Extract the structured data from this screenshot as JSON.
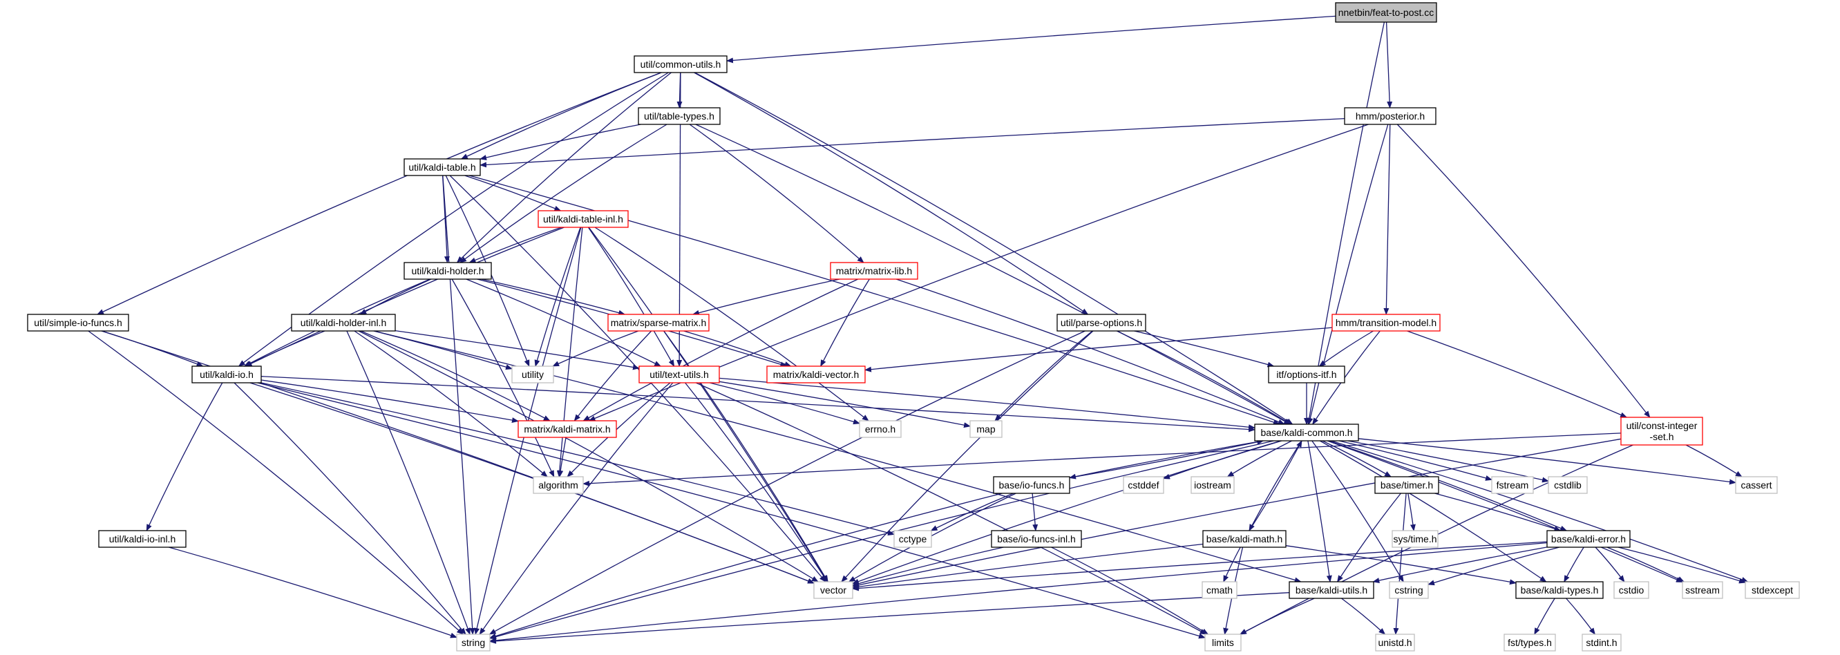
{
  "nodes": [
    {
      "id": "feat_to_post",
      "label": "nnetbin/feat-to-post.cc",
      "style": "root"
    },
    {
      "id": "common_utils",
      "label": "util/common-utils.h",
      "style": "black"
    },
    {
      "id": "posterior",
      "label": "hmm/posterior.h",
      "style": "black"
    },
    {
      "id": "table_types",
      "label": "util/table-types.h",
      "style": "black"
    },
    {
      "id": "kaldi_table",
      "label": "util/kaldi-table.h",
      "style": "black"
    },
    {
      "id": "kaldi_table_inl",
      "label": "util/kaldi-table-inl.h",
      "style": "red"
    },
    {
      "id": "kaldi_holder",
      "label": "util/kaldi-holder.h",
      "style": "black"
    },
    {
      "id": "matrix_lib",
      "label": "matrix/matrix-lib.h",
      "style": "red"
    },
    {
      "id": "simple_io_funcs",
      "label": "util/simple-io-funcs.h",
      "style": "black"
    },
    {
      "id": "kaldi_holder_inl",
      "label": "util/kaldi-holder-inl.h",
      "style": "black"
    },
    {
      "id": "sparse_matrix",
      "label": "matrix/sparse-matrix.h",
      "style": "red"
    },
    {
      "id": "parse_options",
      "label": "util/parse-options.h",
      "style": "black"
    },
    {
      "id": "transition_model",
      "label": "hmm/transition-model.h",
      "style": "red"
    },
    {
      "id": "kaldi_io",
      "label": "util/kaldi-io.h",
      "style": "black"
    },
    {
      "id": "utility",
      "label": "utility",
      "style": "gray"
    },
    {
      "id": "text_utils",
      "label": "util/text-utils.h",
      "style": "red"
    },
    {
      "id": "kaldi_vector",
      "label": "matrix/kaldi-vector.h",
      "style": "red"
    },
    {
      "id": "options_itf",
      "label": "itf/options-itf.h",
      "style": "black"
    },
    {
      "id": "const_integer_set",
      "label": [
        "util/const-integer",
        "-set.h"
      ],
      "style": "red"
    },
    {
      "id": "kaldi_matrix",
      "label": "matrix/kaldi-matrix.h",
      "style": "red"
    },
    {
      "id": "errno",
      "label": "errno.h",
      "style": "gray"
    },
    {
      "id": "map",
      "label": "map",
      "style": "gray"
    },
    {
      "id": "kaldi_common",
      "label": "base/kaldi-common.h",
      "style": "black"
    },
    {
      "id": "algorithm",
      "label": "algorithm",
      "style": "gray"
    },
    {
      "id": "io_funcs",
      "label": "base/io-funcs.h",
      "style": "black"
    },
    {
      "id": "cstddef",
      "label": "cstddef",
      "style": "gray"
    },
    {
      "id": "iostream",
      "label": "iostream",
      "style": "gray"
    },
    {
      "id": "timer",
      "label": "base/timer.h",
      "style": "black"
    },
    {
      "id": "fstream",
      "label": "fstream",
      "style": "gray"
    },
    {
      "id": "cstdlib",
      "label": "cstdlib",
      "style": "gray"
    },
    {
      "id": "cassert",
      "label": "cassert",
      "style": "gray"
    },
    {
      "id": "kaldi_io_inl",
      "label": "util/kaldi-io-inl.h",
      "style": "black"
    },
    {
      "id": "cctype",
      "label": "cctype",
      "style": "gray"
    },
    {
      "id": "io_funcs_inl",
      "label": "base/io-funcs-inl.h",
      "style": "black"
    },
    {
      "id": "kaldi_math",
      "label": "base/kaldi-math.h",
      "style": "black"
    },
    {
      "id": "sys_time",
      "label": "sys/time.h",
      "style": "gray"
    },
    {
      "id": "kaldi_error",
      "label": "base/kaldi-error.h",
      "style": "black"
    },
    {
      "id": "vector",
      "label": "vector",
      "style": "gray"
    },
    {
      "id": "kaldi_utils",
      "label": "base/kaldi-utils.h",
      "style": "black"
    },
    {
      "id": "cstring",
      "label": "cstring",
      "style": "gray"
    },
    {
      "id": "kaldi_types",
      "label": "base/kaldi-types.h",
      "style": "black"
    },
    {
      "id": "cstdio",
      "label": "cstdio",
      "style": "gray"
    },
    {
      "id": "sstream",
      "label": "sstream",
      "style": "gray"
    },
    {
      "id": "stdexcept",
      "label": "stdexcept",
      "style": "gray"
    },
    {
      "id": "cmath",
      "label": "cmath",
      "style": "gray"
    },
    {
      "id": "string",
      "label": "string",
      "style": "gray"
    },
    {
      "id": "limits",
      "label": "limits",
      "style": "gray"
    },
    {
      "id": "unistd",
      "label": "unistd.h",
      "style": "gray"
    },
    {
      "id": "fst_types",
      "label": "fst/types.h",
      "style": "gray"
    },
    {
      "id": "stdint",
      "label": "stdint.h",
      "style": "gray"
    }
  ],
  "edges": [
    [
      "feat_to_post",
      "common_utils"
    ],
    [
      "feat_to_post",
      "posterior"
    ],
    [
      "feat_to_post",
      "kaldi_common"
    ],
    [
      "common_utils",
      "simple_io_funcs"
    ],
    [
      "common_utils",
      "table_types"
    ],
    [
      "common_utils",
      "kaldi_table"
    ],
    [
      "common_utils",
      "kaldi_holder"
    ],
    [
      "common_utils",
      "kaldi_io"
    ],
    [
      "common_utils",
      "text_utils"
    ],
    [
      "common_utils",
      "parse_options"
    ],
    [
      "common_utils",
      "kaldi_common"
    ],
    [
      "posterior",
      "kaldi_table"
    ],
    [
      "posterior",
      "kaldi_matrix"
    ],
    [
      "posterior",
      "kaldi_common"
    ],
    [
      "posterior",
      "transition_model"
    ],
    [
      "posterior",
      "const_integer_set"
    ],
    [
      "table_types",
      "kaldi_table"
    ],
    [
      "table_types",
      "kaldi_holder"
    ],
    [
      "table_types",
      "matrix_lib"
    ],
    [
      "table_types",
      "kaldi_common"
    ],
    [
      "kaldi_table",
      "kaldi_table_inl"
    ],
    [
      "kaldi_table",
      "kaldi_holder"
    ],
    [
      "kaldi_table",
      "utility"
    ],
    [
      "kaldi_table",
      "string"
    ],
    [
      "kaldi_table",
      "vector"
    ],
    [
      "kaldi_table",
      "kaldi_common"
    ],
    [
      "kaldi_table_inl",
      "kaldi_holder"
    ],
    [
      "kaldi_table_inl",
      "kaldi_io"
    ],
    [
      "kaldi_table_inl",
      "utility"
    ],
    [
      "kaldi_table_inl",
      "algorithm"
    ],
    [
      "kaldi_table_inl",
      "string"
    ],
    [
      "kaldi_table_inl",
      "text_utils"
    ],
    [
      "kaldi_table_inl",
      "errno"
    ],
    [
      "kaldi_table_inl",
      "vector"
    ],
    [
      "kaldi_holder",
      "kaldi_holder_inl"
    ],
    [
      "kaldi_holder",
      "kaldi_io"
    ],
    [
      "kaldi_holder",
      "sparse_matrix"
    ],
    [
      "kaldi_holder",
      "text_utils"
    ],
    [
      "kaldi_holder",
      "kaldi_vector"
    ],
    [
      "kaldi_holder",
      "algorithm"
    ],
    [
      "matrix_lib",
      "sparse_matrix"
    ],
    [
      "matrix_lib",
      "kaldi_vector"
    ],
    [
      "matrix_lib",
      "kaldi_matrix"
    ],
    [
      "matrix_lib",
      "kaldi_common"
    ],
    [
      "simple_io_funcs",
      "kaldi_io"
    ],
    [
      "simple_io_funcs",
      "string"
    ],
    [
      "simple_io_funcs",
      "vector"
    ],
    [
      "kaldi_holder_inl",
      "kaldi_io"
    ],
    [
      "kaldi_holder_inl",
      "utility"
    ],
    [
      "kaldi_holder_inl",
      "text_utils"
    ],
    [
      "kaldi_holder_inl",
      "kaldi_matrix"
    ],
    [
      "kaldi_holder_inl",
      "algorithm"
    ],
    [
      "kaldi_holder_inl",
      "string"
    ],
    [
      "kaldi_holder_inl",
      "vector"
    ],
    [
      "kaldi_holder_inl",
      "kaldi_utils"
    ],
    [
      "sparse_matrix",
      "utility"
    ],
    [
      "sparse_matrix",
      "kaldi_vector"
    ],
    [
      "sparse_matrix",
      "kaldi_matrix"
    ],
    [
      "sparse_matrix",
      "vector"
    ],
    [
      "parse_options",
      "map"
    ],
    [
      "parse_options",
      "options_itf"
    ],
    [
      "parse_options",
      "kaldi_common"
    ],
    [
      "parse_options",
      "string"
    ],
    [
      "parse_options",
      "vector"
    ],
    [
      "transition_model",
      "kaldi_vector"
    ],
    [
      "transition_model",
      "options_itf"
    ],
    [
      "transition_model",
      "kaldi_common"
    ],
    [
      "transition_model",
      "const_integer_set"
    ],
    [
      "kaldi_io",
      "kaldi_matrix"
    ],
    [
      "kaldi_io",
      "kaldi_common"
    ],
    [
      "kaldi_io",
      "kaldi_io_inl"
    ],
    [
      "kaldi_io",
      "cctype"
    ],
    [
      "kaldi_io",
      "string"
    ],
    [
      "kaldi_io",
      "vector"
    ],
    [
      "kaldi_io",
      "limits"
    ],
    [
      "text_utils",
      "errno"
    ],
    [
      "text_utils",
      "map"
    ],
    [
      "text_utils",
      "kaldi_common"
    ],
    [
      "text_utils",
      "algorithm"
    ],
    [
      "text_utils",
      "string"
    ],
    [
      "text_utils",
      "vector"
    ],
    [
      "text_utils",
      "limits"
    ],
    [
      "options_itf",
      "kaldi_common"
    ],
    [
      "const_integer_set",
      "algorithm"
    ],
    [
      "const_integer_set",
      "cassert"
    ],
    [
      "const_integer_set",
      "vector"
    ],
    [
      "const_integer_set",
      "limits"
    ],
    [
      "kaldi_matrix",
      "algorithm"
    ],
    [
      "kaldi_common",
      "io_funcs"
    ],
    [
      "kaldi_common",
      "cstddef"
    ],
    [
      "kaldi_common",
      "iostream"
    ],
    [
      "kaldi_common",
      "timer"
    ],
    [
      "kaldi_common",
      "fstream"
    ],
    [
      "kaldi_common",
      "cstdlib"
    ],
    [
      "kaldi_common",
      "cassert"
    ],
    [
      "kaldi_common",
      "kaldi_math"
    ],
    [
      "kaldi_common",
      "kaldi_error"
    ],
    [
      "kaldi_common",
      "kaldi_utils"
    ],
    [
      "kaldi_common",
      "kaldi_types"
    ],
    [
      "kaldi_common",
      "cstring"
    ],
    [
      "kaldi_common",
      "sstream"
    ],
    [
      "kaldi_common",
      "stdexcept"
    ],
    [
      "kaldi_common",
      "string"
    ],
    [
      "kaldi_common",
      "vector"
    ],
    [
      "io_funcs",
      "io_funcs_inl"
    ],
    [
      "io_funcs",
      "cctype"
    ],
    [
      "io_funcs",
      "vector"
    ],
    [
      "io_funcs",
      "string"
    ],
    [
      "io_funcs",
      "kaldi_common"
    ],
    [
      "kaldi_io_inl",
      "string"
    ],
    [
      "io_funcs_inl",
      "vector"
    ],
    [
      "io_funcs_inl",
      "limits"
    ],
    [
      "kaldi_math",
      "kaldi_common"
    ],
    [
      "kaldi_math",
      "cmath"
    ],
    [
      "kaldi_math",
      "limits"
    ],
    [
      "kaldi_math",
      "vector"
    ],
    [
      "kaldi_math",
      "kaldi_types"
    ],
    [
      "timer",
      "sys_time"
    ],
    [
      "timer",
      "kaldi_utils"
    ],
    [
      "timer",
      "unistd"
    ],
    [
      "timer",
      "kaldi_error"
    ],
    [
      "kaldi_error",
      "kaldi_types"
    ],
    [
      "kaldi_error",
      "kaldi_utils"
    ],
    [
      "kaldi_error",
      "cstring"
    ],
    [
      "kaldi_error",
      "cstdio"
    ],
    [
      "kaldi_error",
      "sstream"
    ],
    [
      "kaldi_error",
      "stdexcept"
    ],
    [
      "kaldi_error",
      "string"
    ],
    [
      "kaldi_error",
      "vector"
    ],
    [
      "kaldi_utils",
      "string"
    ],
    [
      "kaldi_utils",
      "limits"
    ],
    [
      "kaldi_utils",
      "unistd"
    ],
    [
      "kaldi_types",
      "fst_types"
    ],
    [
      "kaldi_types",
      "stdint"
    ]
  ]
}
